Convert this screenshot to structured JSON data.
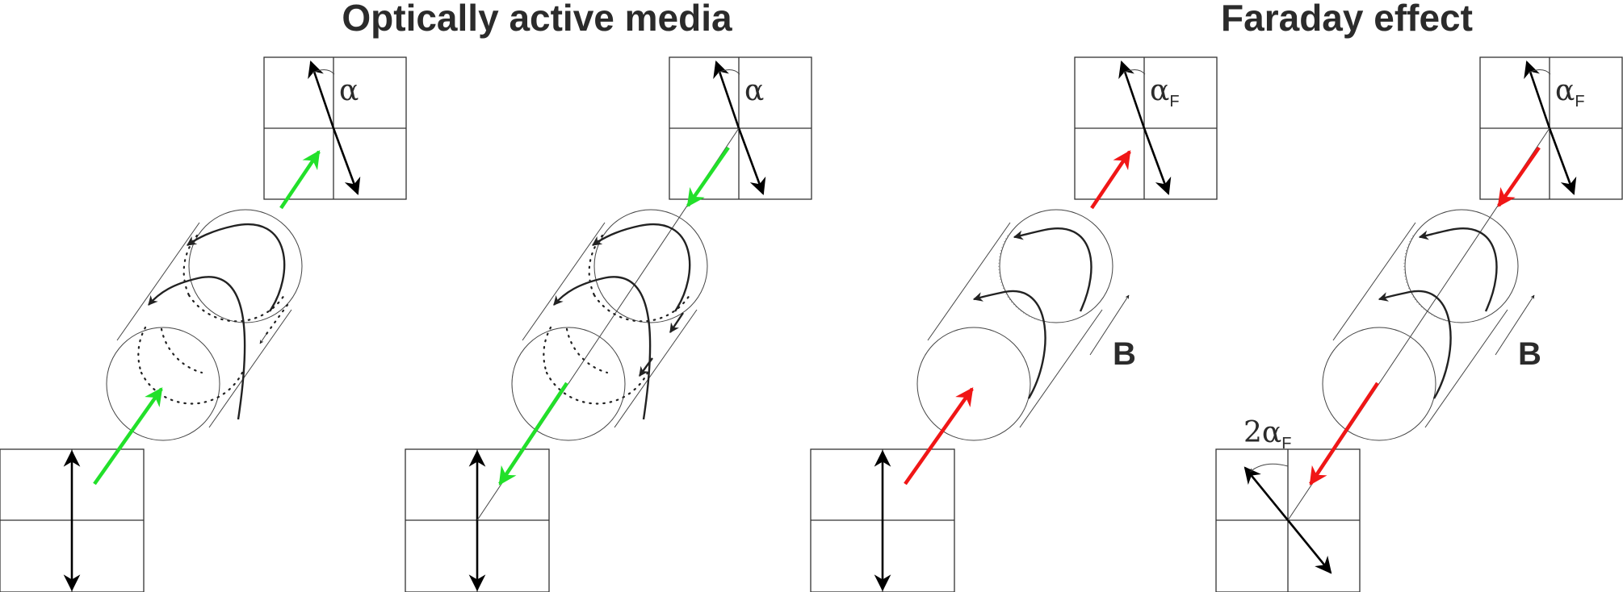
{
  "titles": {
    "optical": "Optically active media",
    "faraday": "Faraday effect"
  },
  "labels": {
    "alpha": "α",
    "alpha_base": "α",
    "sub_f": "F",
    "two": "2",
    "field": "B"
  },
  "colors": {
    "optically_active_beam": "#22e02a",
    "faraday_beam": "#f01616",
    "polarization": "#000000",
    "outline": "#333333"
  }
}
